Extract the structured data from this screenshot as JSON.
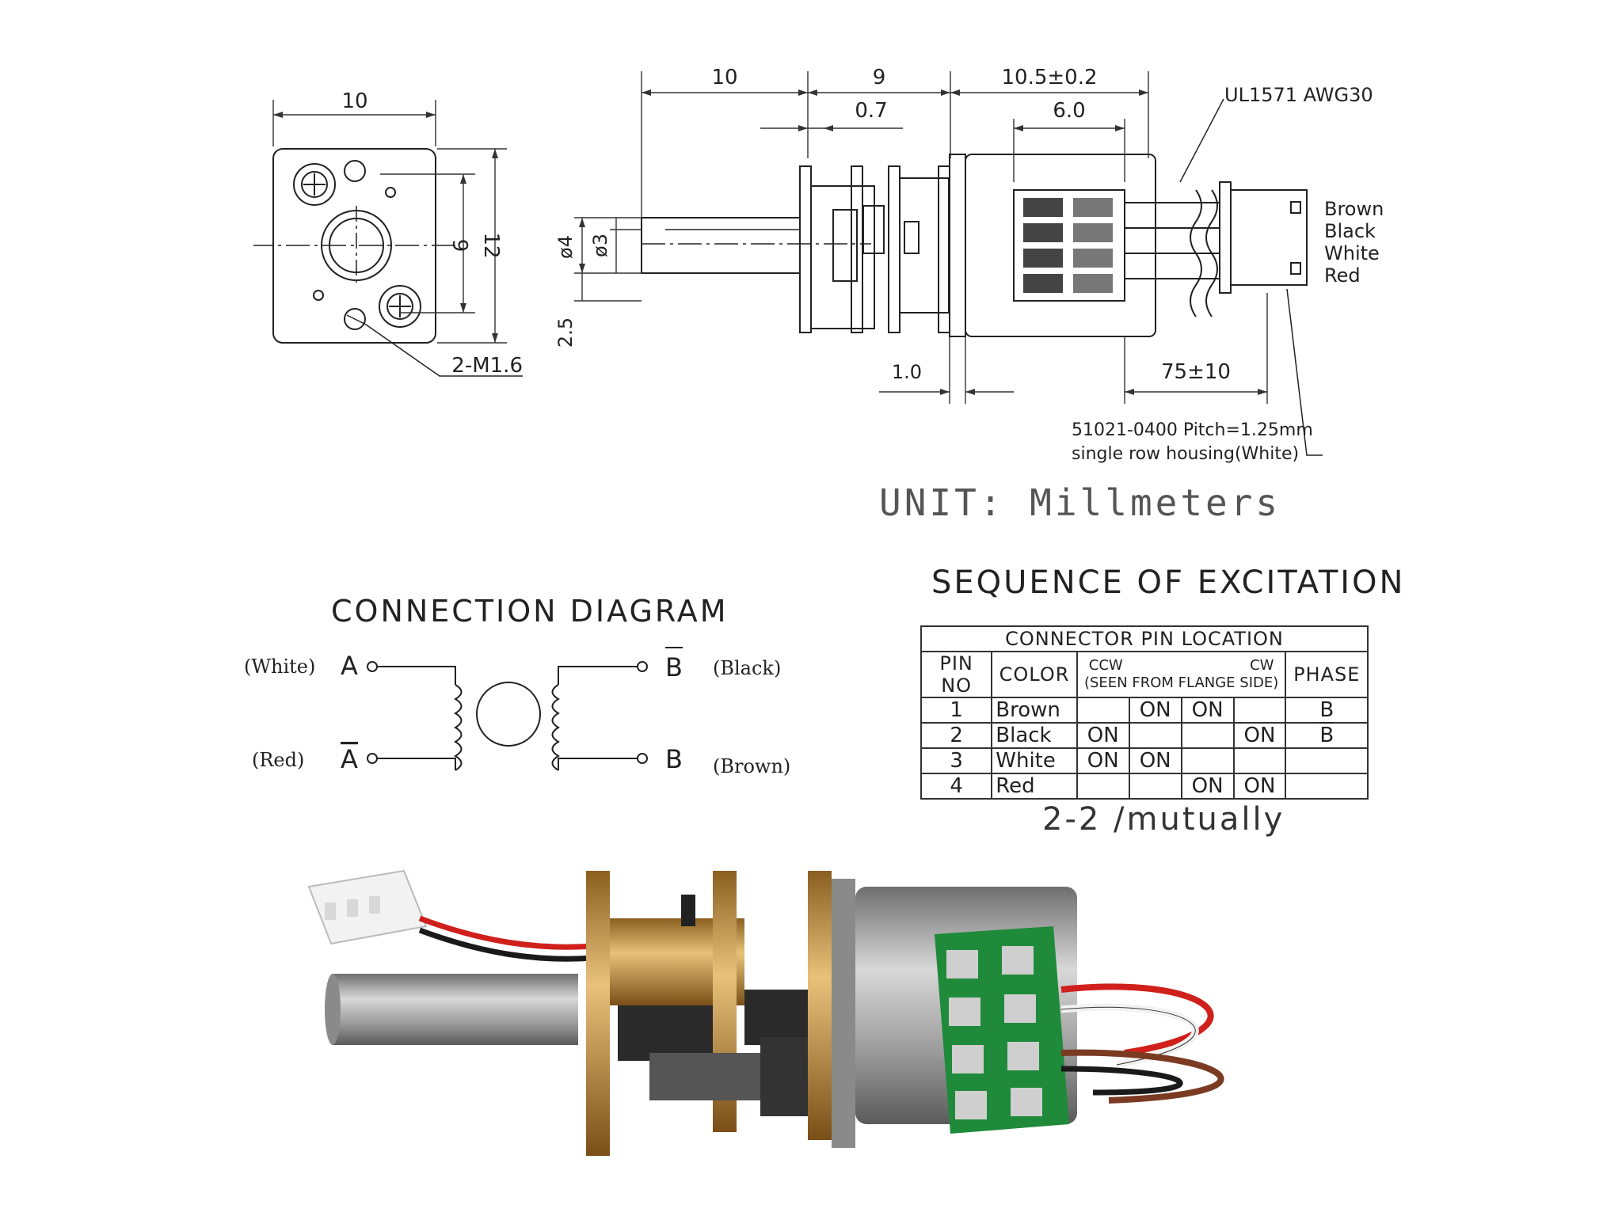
{
  "end_view": {
    "width_dim": "10",
    "inner_height_dim": "9",
    "outer_height_dim": "12",
    "screw_label": "2-M1.6"
  },
  "side_view": {
    "dim_gearbox": "10",
    "dim_mid": "9",
    "dim_motor": "10.5±0.2",
    "dim_flange": "0.7",
    "dim_board": "6.0",
    "dim_shaft_outer": "ø4",
    "dim_shaft_flat": "ø3",
    "dim_shaft_offset": "2.5",
    "dim_plate": "1.0",
    "dim_lead": "75±10",
    "wire_spec": "UL1571 AWG30",
    "wire_colors": [
      "Brown",
      "Black",
      "White",
      "Red"
    ],
    "connector_line1": "51021-0400 Pitch=1.25mm",
    "connector_line2": "single row housing(White)"
  },
  "unit_label": "UNIT: Millmeters",
  "connection_diagram": {
    "title": "CONNECTION DIAGRAM",
    "left_top_color": "(White)",
    "left_top_pin": "A",
    "left_bottom_color": "(Red)",
    "left_bottom_pin": "A",
    "right_top_pin": "B",
    "right_top_color": "(Black)",
    "right_bottom_pin": "B",
    "right_bottom_color": "(Brown)"
  },
  "excitation": {
    "title": "SEQUENCE OF EXCITATION",
    "table_title": "CONNECTOR PIN LOCATION",
    "col_pin": "PIN NO",
    "col_color": "COLOR",
    "col_ccw": "CCW",
    "col_cw": "CW",
    "col_seen": "(SEEN FROM FLANGE SIDE)",
    "col_phase": "PHASE",
    "rows": [
      {
        "pin": "1",
        "color": "Brown",
        "s1": "",
        "s2": "ON",
        "s3": "ON",
        "s4": "",
        "phase": "B"
      },
      {
        "pin": "2",
        "color": "Black",
        "s1": "ON",
        "s2": "",
        "s3": "",
        "s4": "ON",
        "phase": "B"
      },
      {
        "pin": "3",
        "color": "White",
        "s1": "ON",
        "s2": "ON",
        "s3": "",
        "s4": "",
        "phase": ""
      },
      {
        "pin": "4",
        "color": "Red",
        "s1": "",
        "s2": "",
        "s3": "ON",
        "s4": "ON",
        "phase": ""
      }
    ],
    "footer": "2-2 /mutually"
  },
  "colors": {
    "brass": "#c9a25a",
    "steel": "#9a9a9a",
    "pcb": "#1f8a3a",
    "wire_red": "#d0201c",
    "wire_black": "#1a1a1a",
    "wire_white": "#f2f2f2",
    "wire_brown": "#7a3b22"
  }
}
